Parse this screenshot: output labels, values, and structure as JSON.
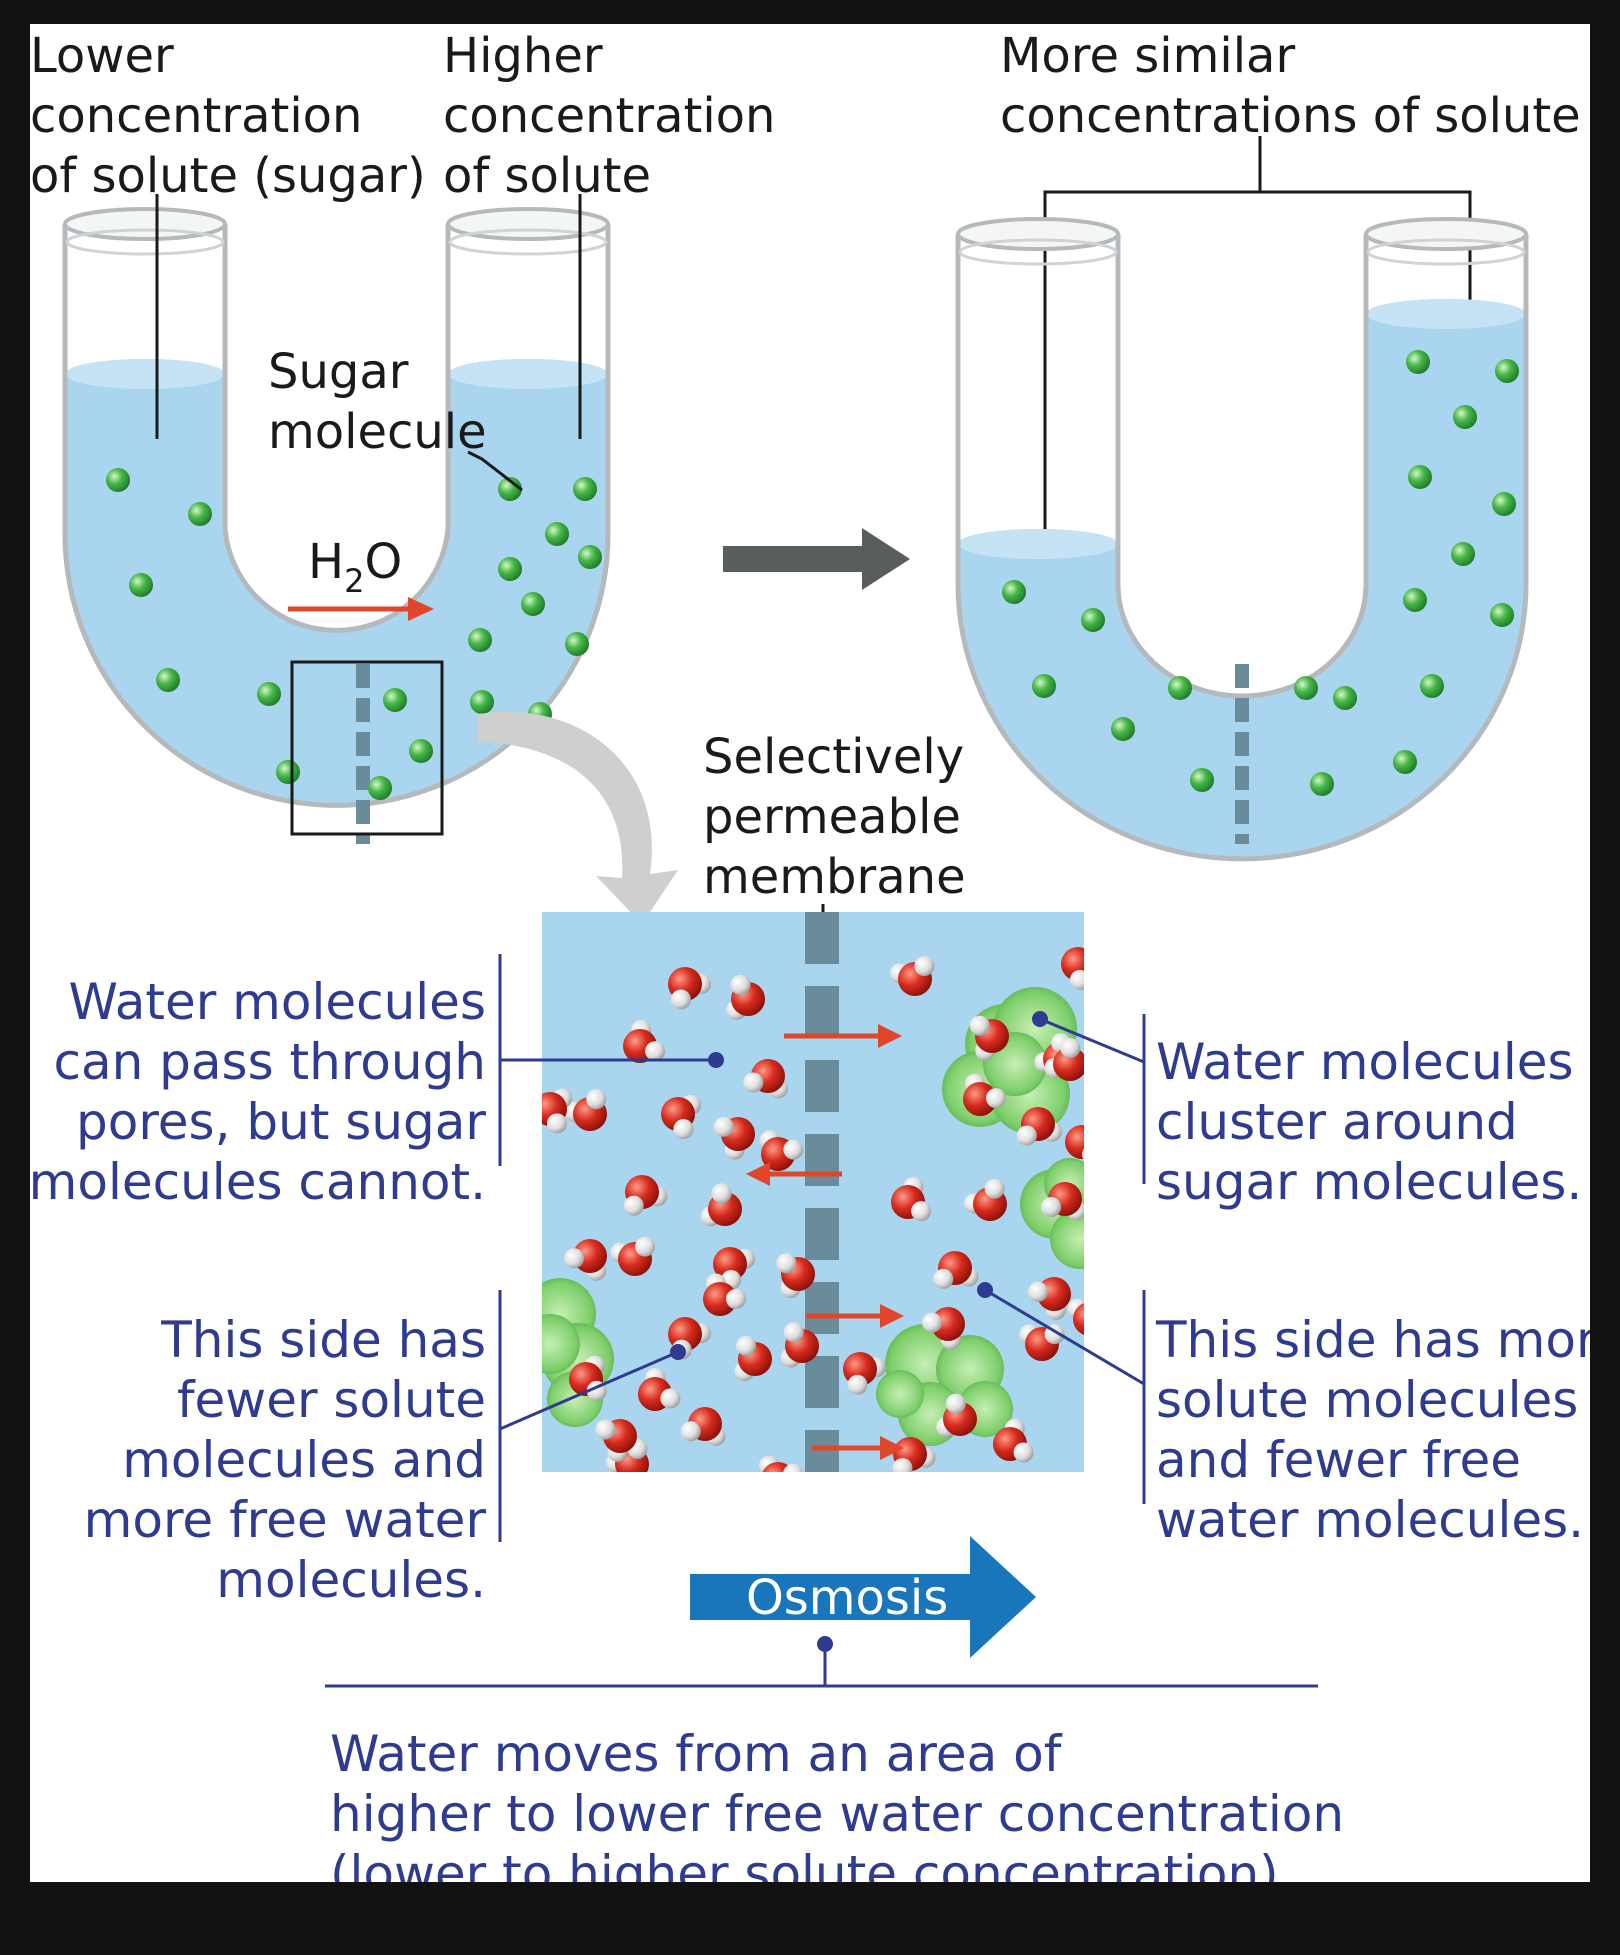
{
  "colors": {
    "frame": "#121212",
    "water": "#a9d5ef",
    "glass": "#c9cdd0",
    "membrane": "#6a8b99",
    "sugar": "#36a83a",
    "sugar_cluster": "#8ed07e",
    "oxygen": "#d62b1e",
    "hydrogen": "#e9e9e9",
    "flow_arrow": "#e0472a",
    "process_arrow": "#595d5b",
    "zoom_arrow": "#cfcfcf",
    "osmosis_arrow": "#1976bb",
    "caption_text": "#2e3b8e",
    "label_text": "#1a1a1a"
  },
  "labels": {
    "lower": [
      "Lower",
      "concentration",
      "of solute (sugar)"
    ],
    "higher": [
      "Higher",
      "concentration",
      "of solute"
    ],
    "similar": [
      "More similar",
      "concentrations of solute"
    ],
    "sugar": [
      "Sugar",
      "molecule"
    ],
    "h2o": {
      "h": "H",
      "sub": "2",
      "o": "O"
    },
    "membrane": [
      "Selectively",
      "permeable",
      "membrane"
    ]
  },
  "captions": {
    "pores": [
      "Water molecules",
      "can pass through",
      "pores, but sugar",
      "molecules cannot."
    ],
    "cluster": [
      "Water molecules",
      "cluster around",
      "sugar molecules."
    ],
    "fewer": [
      "This side has",
      "fewer solute",
      "molecules and",
      "more free water",
      "molecules."
    ],
    "more": [
      "This side has more",
      "solute molecules",
      "and fewer free",
      "water molecules."
    ],
    "osmosis": "Osmosis",
    "summary": [
      "Water moves from an area of",
      "higher to lower free water concentration",
      "(lower to higher solute concentration)."
    ]
  }
}
